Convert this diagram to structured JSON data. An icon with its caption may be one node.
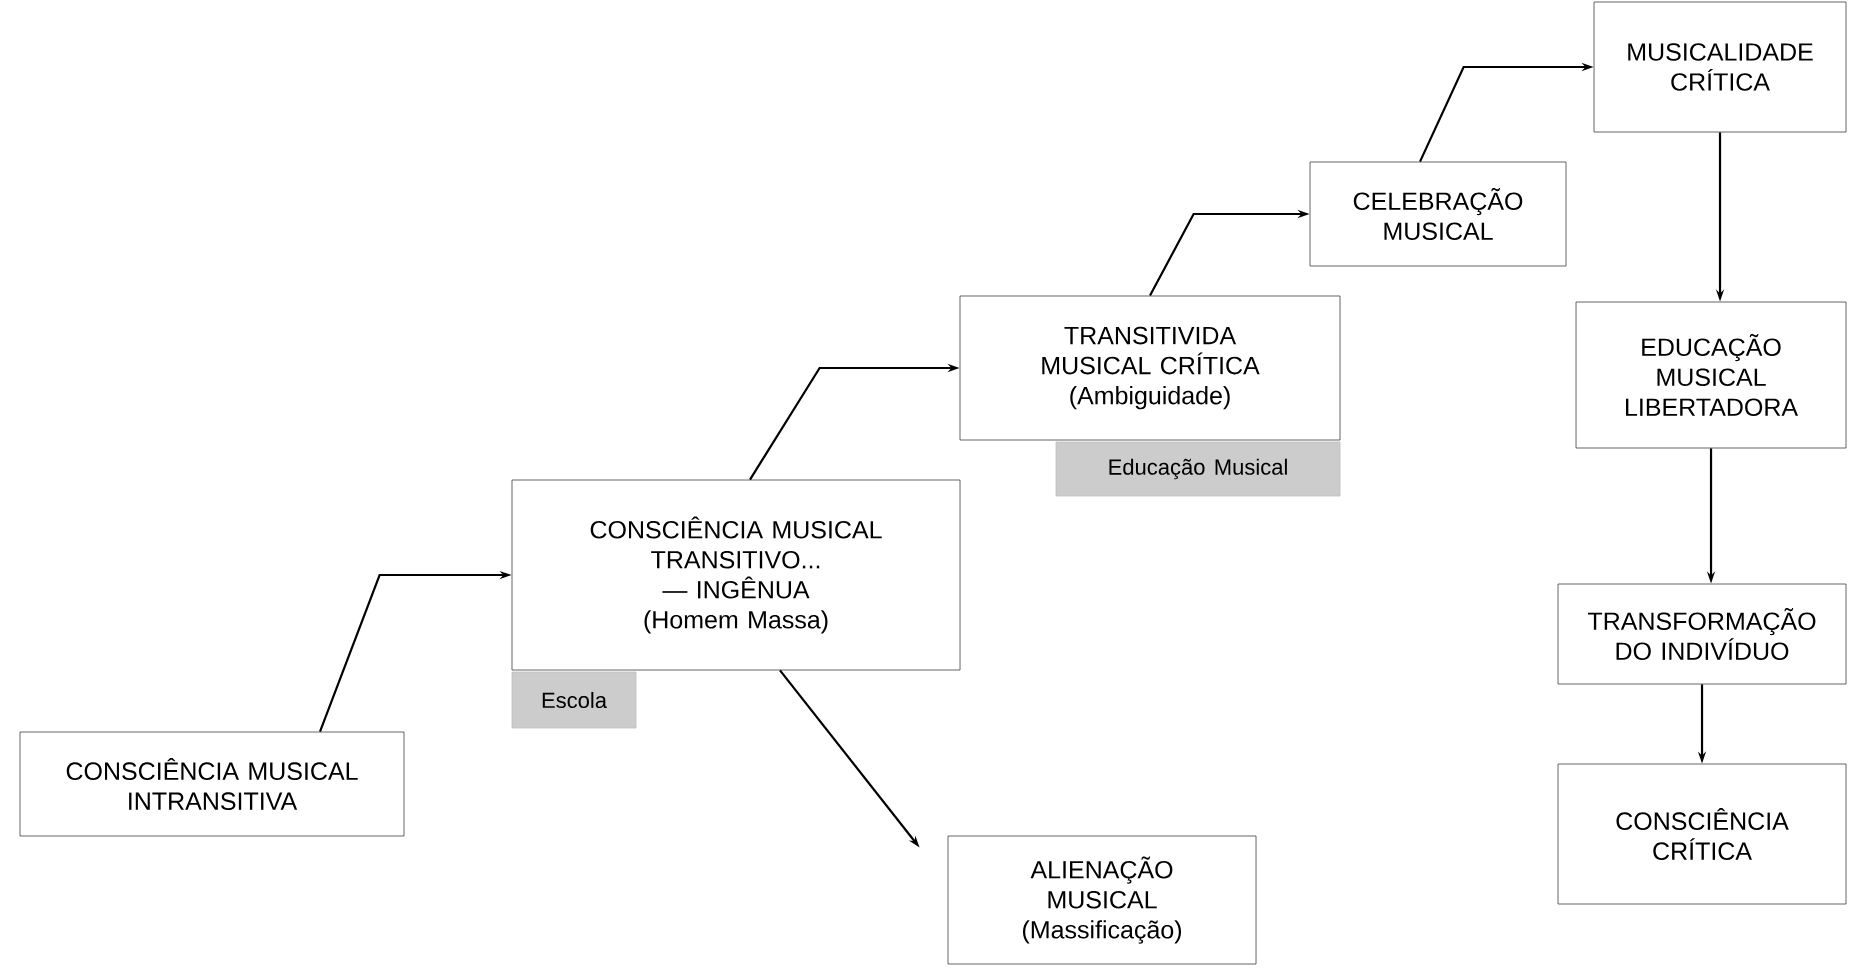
{
  "diagram": {
    "nodes": [
      {
        "text": [
          "CONSCIÊNCIA MUSICAL INTRANSITIVA"
        ]
      },
      {
        "text": [
          "CONSCIÊNCIA MUSICAL TRANSITIVO... — INGÊNUA",
          "(Homem Massa)"
        ]
      },
      {
        "text": [
          "Escola"
        ]
      },
      {
        "text": [
          "ALIENAÇÃO MUSICAL",
          "(Massificação)"
        ]
      },
      {
        "text": [
          "TRANSITIVIDA MUSICAL CRÍTICA",
          "(Ambiguidade)"
        ]
      },
      {
        "text": [
          "Educação Musical"
        ]
      },
      {
        "text": [
          "CELEBRAÇÃO MUSICAL"
        ]
      },
      {
        "text": [
          "MUSICALIDADE CRÍTICA"
        ]
      },
      {
        "text": [
          "EDUCAÇÃO MUSICAL LIBERTADORA"
        ]
      },
      {
        "text": [
          "TRANSFORMAÇÃO DO INDIVÍDUO"
        ]
      },
      {
        "text": [
          "CONSCIÊNCIA CRÍTICA"
        ]
      }
    ],
    "edges": [
      {
        "from": 0,
        "to": 1,
        "arrow": "to"
      },
      {
        "from": 1,
        "to": 4,
        "arrow": "to"
      },
      {
        "from": 1,
        "to": 3,
        "arrow": "to"
      },
      {
        "from": 4,
        "to": 6,
        "arrow": "to"
      },
      {
        "from": 6,
        "to": 7,
        "arrow": "to"
      },
      {
        "from": 7,
        "to": 8,
        "arrow": "to"
      },
      {
        "from": 8,
        "to": 9,
        "arrow": "to"
      },
      {
        "from": 9,
        "to": 10,
        "arrow": "to"
      }
    ]
  }
}
